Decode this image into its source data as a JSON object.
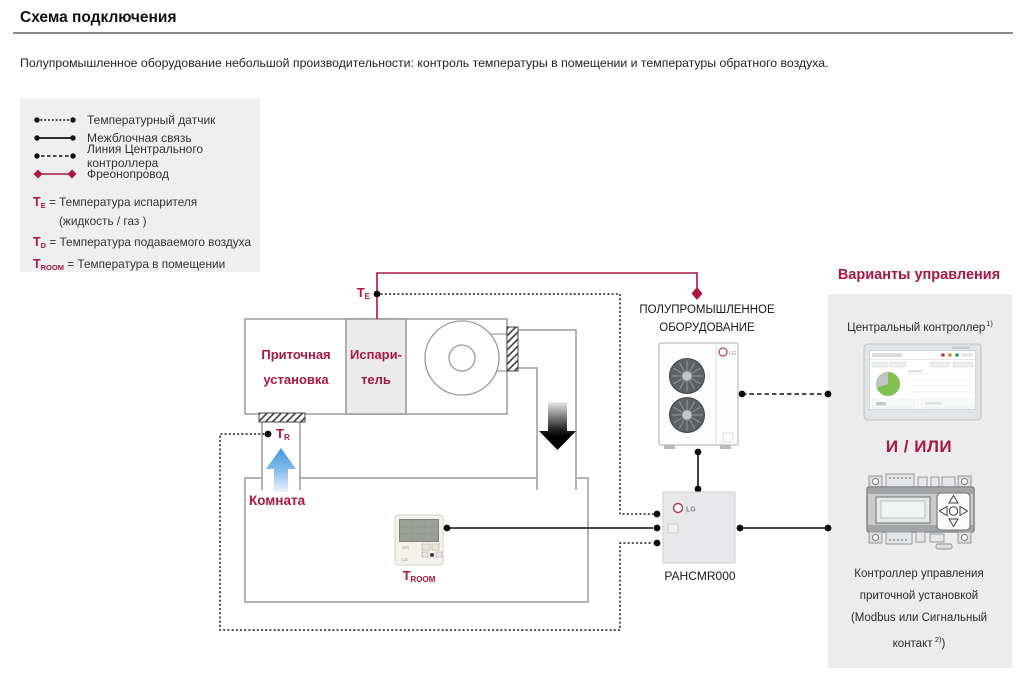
{
  "brand": "LG",
  "page": {
    "title": "Схема подключения",
    "subtitle": "Полупромышленное оборудование небольшой производительности: контроль температуры в помещении и температуры обратного воздуха."
  },
  "colors": {
    "accent_red": "#AB1740",
    "diagram_grey": "#9A9A9A",
    "legend_bg": "#EFEFEF",
    "panel_bg": "#ECECEC",
    "arrow_blue": "#3F93DD",
    "supply_arrow_black": "#000000",
    "pie_green": "#82C14F"
  },
  "legend": {
    "items": [
      {
        "style": "dotted",
        "label": "Температурный датчик"
      },
      {
        "style": "solid",
        "label": "Межблочная связь"
      },
      {
        "style": "dashed",
        "label": "Линия Центрального контроллера"
      },
      {
        "style": "freon",
        "label": "Фреонопровод"
      }
    ],
    "definitions": [
      {
        "symbol": "T",
        "sub": "E",
        "text": "= Температура испарителя",
        "text2": "(жидкость / газ )"
      },
      {
        "symbol": "T",
        "sub": "D",
        "text": "= Температура подаваемого воздуха"
      },
      {
        "symbol": "T",
        "sub": "ROOM",
        "text": "= Температура в помещении"
      }
    ]
  },
  "diagram": {
    "ahu": {
      "section1": {
        "line1": "Приточная",
        "line2": "установка"
      },
      "section2": {
        "line1": "Испари-",
        "line2": "тель"
      }
    },
    "room_label": "Комната",
    "sensors": {
      "te": {
        "symbol": "T",
        "sub": "E"
      },
      "tr": {
        "symbol": "T",
        "sub": "R"
      },
      "troom": {
        "symbol": "T",
        "sub": "ROOM"
      }
    },
    "outdoor_unit": {
      "label_line1": "ПОЛУПРОМЫШЛЕННОЕ",
      "label_line2": "ОБОРУДОВАНИЕ"
    },
    "controller_box": {
      "label": "PAHCMR000"
    }
  },
  "panel": {
    "title": "Варианты управления",
    "central_controller": {
      "label": "Центральный контроллер",
      "superscript": "1)"
    },
    "and_or": "И / ИЛИ",
    "din_controller": {
      "line1": "Контроллер управления",
      "line2": "приточной установкой",
      "line3": "(Modbus или Сигнальный",
      "line4_prefix": "контакт",
      "line4_sup": "2)",
      "line4_suffix": ")"
    }
  }
}
